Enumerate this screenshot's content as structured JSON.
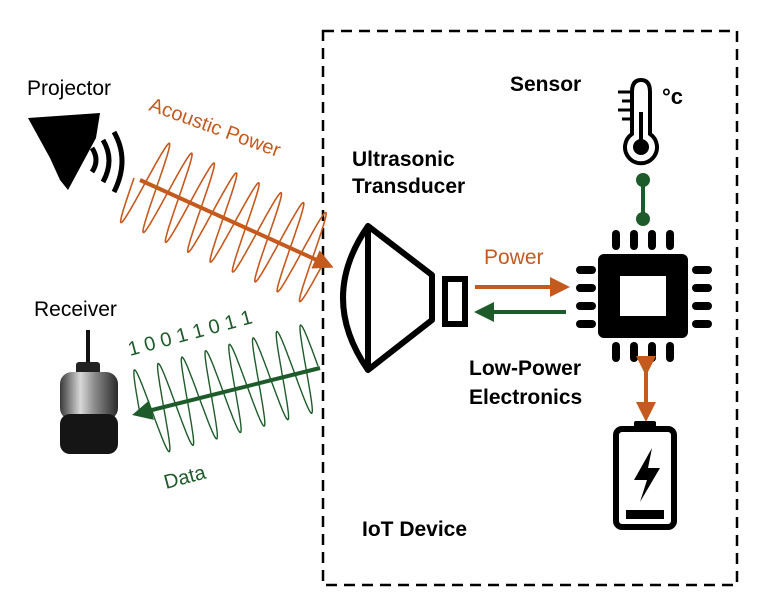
{
  "labels": {
    "projector": "Projector",
    "acoustic_power": "Acoustic Power",
    "receiver": "Receiver",
    "bits": "1 0 0 1 1 0 1 1",
    "data": "Data",
    "transducer_line1": "Ultrasonic",
    "transducer_line2": "Transducer",
    "power": "Power",
    "sensor": "Sensor",
    "degree_unit": "°c",
    "electronics_line1": "Low-Power",
    "electronics_line2": "Electronics",
    "device": "IoT Device"
  },
  "colors": {
    "power": "#c55a1e",
    "data": "#1e5b2a",
    "ink": "#000000"
  },
  "icons": [
    "projector-icon",
    "receiver-icon",
    "ultrasonic-transducer-icon",
    "thermometer-icon",
    "microchip-icon",
    "battery-icon"
  ]
}
